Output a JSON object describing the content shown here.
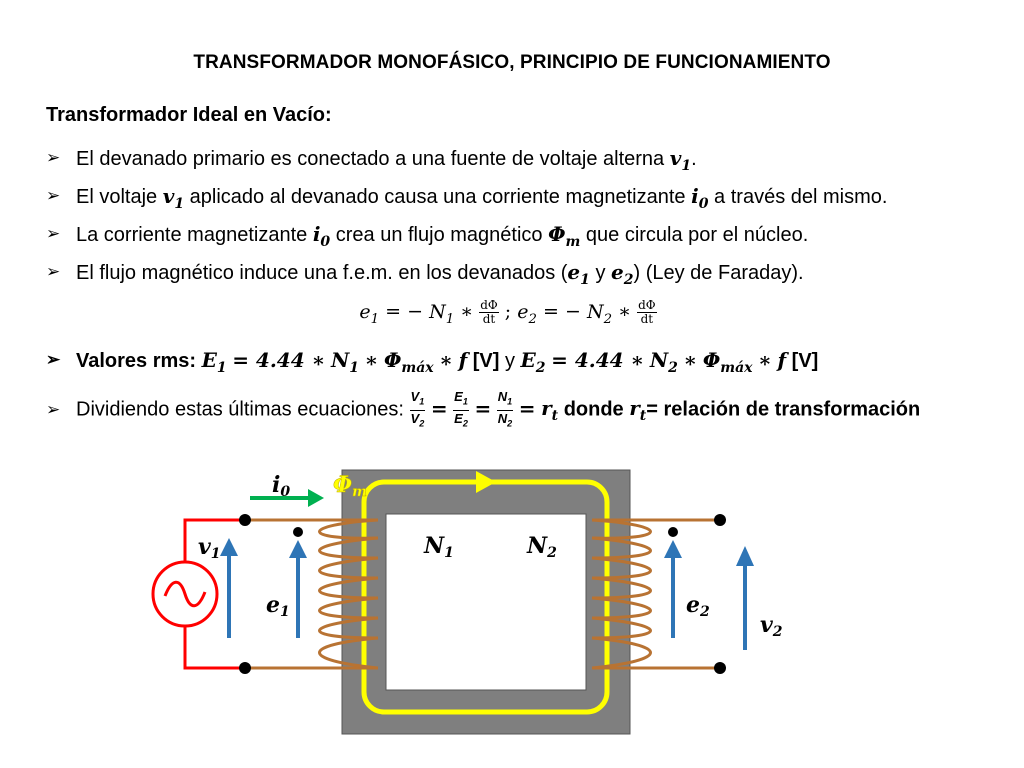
{
  "title": "TRANSFORMADOR MONOFÁSICO, PRINCIPIO DE FUNCIONAMIENTO",
  "subtitle": "Transformador Ideal en Vacío:",
  "bullets": {
    "b1_text": "El devanado primario es conectado a una fuente de voltaje alterna",
    "b1_sym": "v",
    "b1_sub": "1",
    "b1_end": ".",
    "b2_text_a": "El voltaje",
    "b2_text_b": "aplicado al devanado causa una corriente magnetizante",
    "b2_text_c": "a través del mismo.",
    "b3_text_a": "La corriente magnetizante",
    "b3_text_b": "crea un flujo magnético",
    "b3_text_c": "que circula por el núcleo.",
    "b4_text_a": "El flujo magnético induce una f.e.m. en los devanados (",
    "b4_text_b": "y",
    "b4_text_c": ") (Ley de Faraday).",
    "b5_label": "Valores rms:",
    "b5_eq1": "= 4.44 ∗",
    "b5_unit": "[V]",
    "b5_y": "y",
    "b6_text_a": "Dividiendo estas últimas ecuaciones:",
    "b6_text_b": "donde",
    "b6_text_c": "= relación de transformación"
  },
  "symbols": {
    "v": "v",
    "i": "i",
    "phi": "Φ",
    "e": "e",
    "E": "E",
    "N": "N",
    "V": "V",
    "f": "f",
    "r": "r",
    "sub_1": "1",
    "sub_2": "2",
    "sub_0": "0",
    "sub_m": "m",
    "sub_max": "máx",
    "sub_t": "t",
    "dphi": "dΦ",
    "dt": "dt",
    "minus": "= −",
    "star": "∗",
    "semi": ";",
    "eq": "="
  },
  "diagram": {
    "label_i0": "i",
    "label_i0_sub": "0",
    "label_phi": "Φ",
    "label_phi_sub": "m",
    "label_v1": "v",
    "label_v1_sub": "1",
    "label_e1": "e",
    "label_e1_sub": "1",
    "label_N1": "N",
    "label_N1_sub": "1",
    "label_N2": "N",
    "label_N2_sub": "2",
    "label_e2": "e",
    "label_e2_sub": "2",
    "label_v2": "v",
    "label_v2_sub": "2",
    "source_symbol": "∼"
  },
  "colors": {
    "core": "#7f7f7f",
    "coil": "#b87333",
    "flux": "#ffff00",
    "arrow_blue": "#2e75b6",
    "arrow_green": "#00b050",
    "source_red": "#ff0000"
  }
}
